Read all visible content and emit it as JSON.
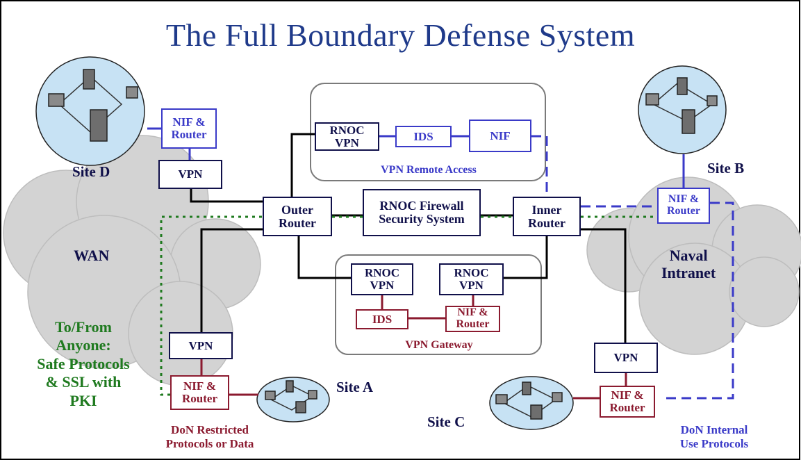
{
  "title": "The Full Boundary Defense System",
  "boxes": {
    "nif_router_d": "NIF &\nRouter",
    "vpn_d": "VPN",
    "rnoc_vpn_top": "RNOC\nVPN",
    "ids_top": "IDS",
    "nif_top": "NIF",
    "outer_router": "Outer\nRouter",
    "firewall": "RNOC Firewall\nSecurity System",
    "inner_router": "Inner\nRouter",
    "nif_router_b": "NIF &\nRouter",
    "rnoc_vpn_left": "RNOC\nVPN",
    "rnoc_vpn_right": "RNOC\nVPN",
    "ids_bottom": "IDS",
    "nif_router_gw": "NIF &\nRouter",
    "vpn_a": "VPN",
    "nif_router_a": "NIF &\nRouter",
    "vpn_c": "VPN",
    "nif_router_c": "NIF &\nRouter"
  },
  "labels": {
    "site_d": "Site D",
    "site_b": "Site B",
    "site_a": "Site A",
    "site_c": "Site C",
    "wan": "WAN",
    "naval_intranet": "Naval\nIntranet",
    "vpn_remote_access": "VPN Remote Access",
    "vpn_gateway": "VPN Gateway",
    "to_from_anyone": "To/From\nAnyone:\nSafe Protocols\n& SSL with\nPKI",
    "don_restricted": "DoN Restricted\nProtocols or Data",
    "don_internal": "DoN Internal\nUse Protocols"
  },
  "colors": {
    "navy": "#10104a",
    "blue": "#3a3ac8",
    "dark_red": "#8b1a2f",
    "green": "#1f7a1f",
    "cloud": "#d3d3d3",
    "title": "#1f3a8a"
  }
}
